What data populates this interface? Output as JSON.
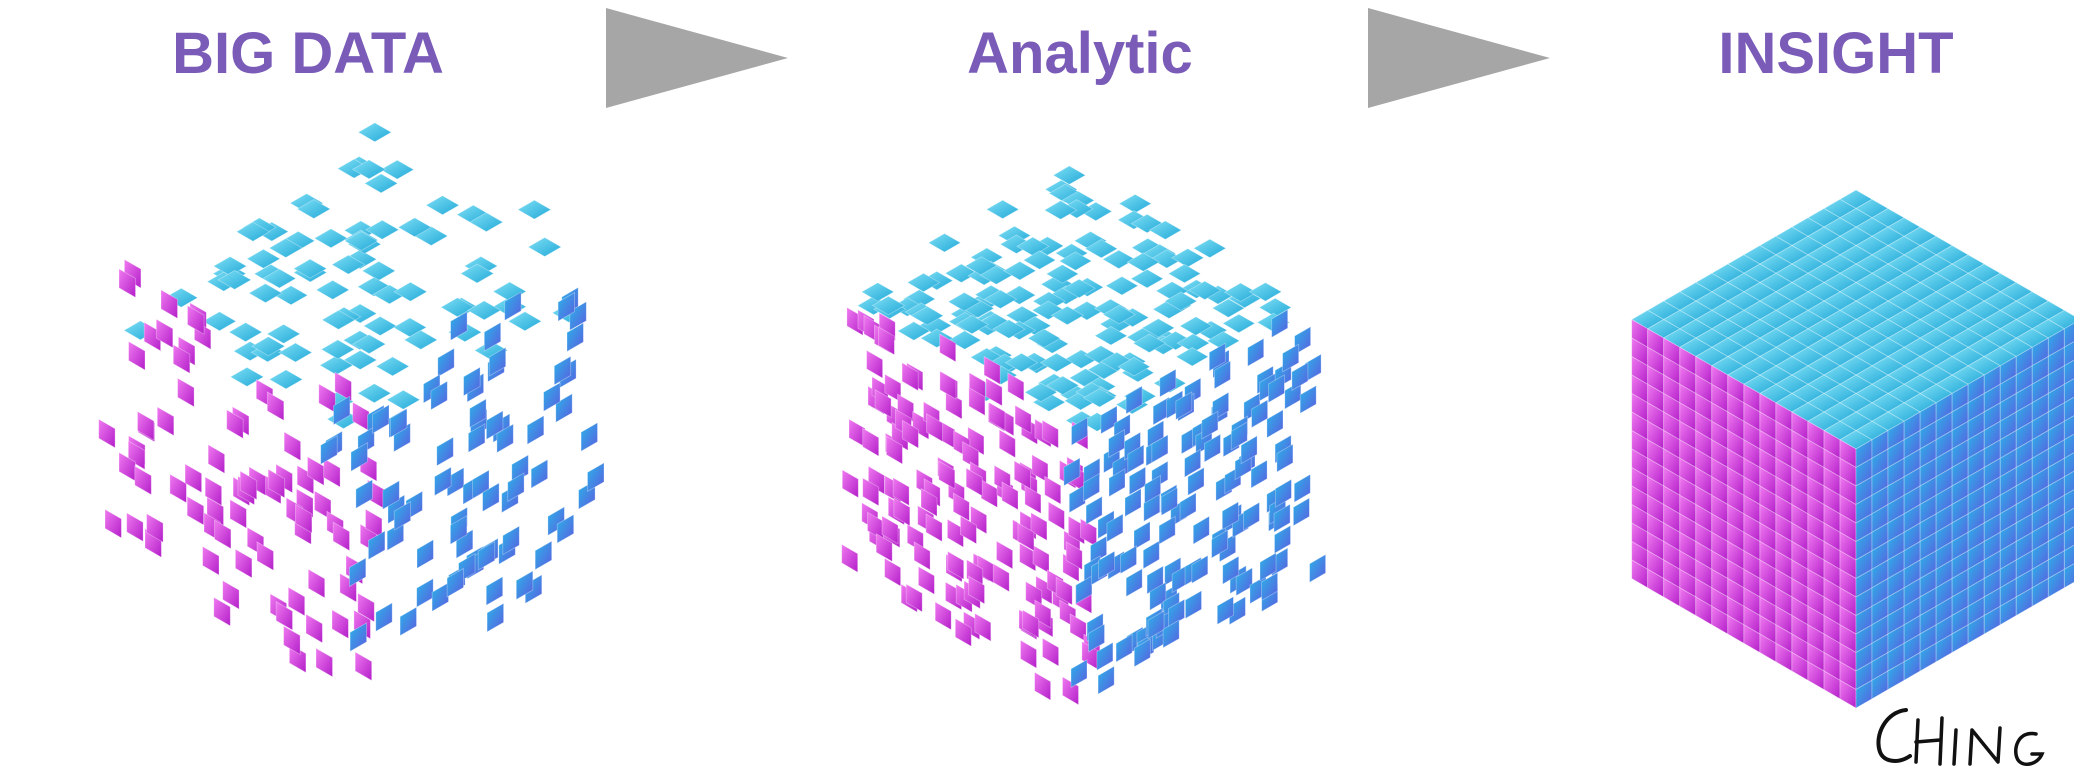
{
  "stages": [
    {
      "title": "BIG DATA",
      "fill_ratio": 0.38
    },
    {
      "title": "Analytic",
      "fill_ratio": 0.68
    },
    {
      "title": "INSIGHT",
      "fill_ratio": 1.0
    }
  ],
  "signature_text": "CHING",
  "colors": {
    "title": "#7a5cb8",
    "arrow": "#a6a6a6",
    "top_face": "#38bde3",
    "left_face": "#d63bd6",
    "right_face": "#3f8be0"
  },
  "icons": [
    "arrow-right-icon",
    "arrow-right-icon"
  ]
}
